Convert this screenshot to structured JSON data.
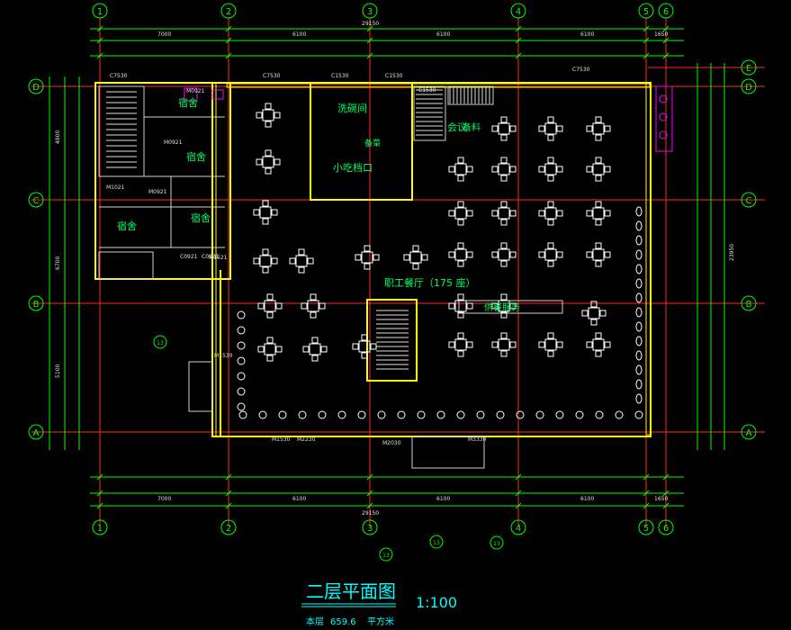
{
  "colors": {
    "background": "#000000",
    "grid_line": "#ff2a2a",
    "wall": "#ffff00",
    "dimension": "#00ff00",
    "furniture": "#ffffff",
    "label": "#00ff66",
    "fixture": "#ff00ff",
    "title": "#00ffff",
    "magenta_text": "#ff66ff"
  },
  "axes": {
    "columns": [
      "1",
      "2",
      "3",
      "4",
      "5",
      "6"
    ],
    "rows": [
      "D",
      "C",
      "B",
      "A"
    ],
    "row_e": "E"
  },
  "rooms": {
    "dorm_1": "宿舍",
    "dorm_2": "宿舍",
    "dorm_3": "宿舍",
    "dorm_4": "宿舍",
    "washroom": "洗碗间",
    "snack_window": "小吃档口",
    "kitchen_stair": "备菜",
    "meeting": "会议",
    "dining": "职工餐厅（175  座）",
    "serving": "供餐服务",
    "storage": "备料"
  },
  "dimensions": {
    "top_total": "29150",
    "top_segments": [
      "7000",
      "6100",
      "6100",
      "6100",
      "1650"
    ],
    "bottom_total": "29150",
    "bottom_segments": [
      "7000",
      "6100",
      "6100",
      "6100",
      "1650"
    ],
    "left_segments": [
      "4800",
      "6700",
      "5100"
    ],
    "right_total": "23950"
  },
  "door_tags": [
    "M0921",
    "M0921",
    "M1021",
    "M0921",
    "M1521",
    "M1530",
    "M2230",
    "M1530",
    "M3330",
    "M2030"
  ],
  "window_tags": [
    "C7530",
    "C1530",
    "C7530",
    "C1530",
    "C1530",
    "C7530",
    "C0921",
    "C0921"
  ],
  "section_marks": [
    "13",
    "13",
    "13",
    "13"
  ],
  "title": {
    "main": "二层平面图",
    "scale": "1:100",
    "area_label": "本层",
    "area_value": "659.6",
    "area_unit": "平方米"
  }
}
